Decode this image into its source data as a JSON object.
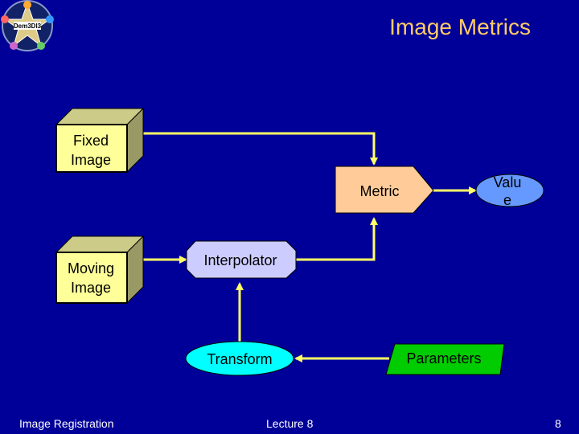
{
  "slide": {
    "title": "Image Metrics",
    "footer_left": "Image Registration",
    "footer_center": "Lecture 8",
    "page_number": "8"
  },
  "diagram": {
    "fixed_image": [
      "Fixed",
      "Image"
    ],
    "moving_image": [
      "Moving",
      "Image"
    ],
    "metric": "Metric",
    "value": [
      "Valu",
      "e"
    ],
    "interpolator": "Interpolator",
    "transform": "Transform",
    "parameters": "Parameters"
  },
  "logo": {
    "label": "Dem3Dl3"
  },
  "colors": {
    "background": "#000099",
    "title": "#ffcc66",
    "connector": "#ffff66",
    "image_box_face": "#ffff99",
    "metric_fill": "#ffcc99",
    "value_fill": "#6699ff",
    "interpolator_fill": "#ccccff",
    "transform_fill": "#00ffff",
    "parameters_fill": "#00cc00"
  }
}
